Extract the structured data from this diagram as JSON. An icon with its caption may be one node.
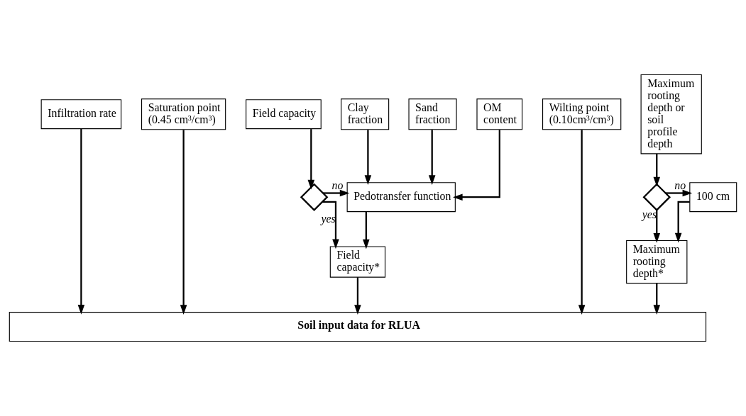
{
  "diagram": {
    "nodes": [
      {
        "text": [
          "Field capacity"
        ]
      },
      {
        "text": [
          "Infiltration rate"
        ]
      },
      {
        "text": [
          "Maximum rooting depth or soil profile depth"
        ]
      },
      {
        "text": [
          "Saturation point (0.45 cm³/cm³)"
        ]
      },
      {
        "text": [
          "Wilting point (0.10cm³/cm³)"
        ]
      },
      {
        "text": [
          "Clay fraction"
        ]
      },
      {
        "text": [
          "Sand fraction"
        ]
      },
      {
        "text": [
          "OM content"
        ]
      },
      {
        "text": [
          "Pedotransfer function"
        ]
      },
      {
        "text": [],
        "shape": "diamond"
      },
      {
        "text": [],
        "shape": "diamond"
      },
      {
        "text": [
          "100 cm"
        ]
      },
      {
        "text": [
          "Field capacity*"
        ]
      },
      {
        "text": [
          "Maximum rooting depth*"
        ]
      },
      {
        "text": [
          "Soil input data for RLUA"
        ]
      }
    ],
    "edges": [
      {
        "from": 0,
        "to": 9,
        "arrow": "to"
      },
      {
        "from": 5,
        "to": 8,
        "arrow": "to"
      },
      {
        "from": 6,
        "to": 8,
        "arrow": "to"
      },
      {
        "from": 7,
        "to": 8,
        "arrow": "to"
      },
      {
        "from": 9,
        "to": 8,
        "arrow": "to",
        "label": "no"
      },
      {
        "from": 9,
        "to": 12,
        "arrow": "to",
        "label": "yes"
      },
      {
        "from": 8,
        "to": 12,
        "arrow": "to"
      },
      {
        "from": 2,
        "to": 10,
        "arrow": "to"
      },
      {
        "from": 10,
        "to": 11,
        "arrow": "to",
        "label": "no"
      },
      {
        "from": 10,
        "to": 13,
        "arrow": "to",
        "label": "yes"
      },
      {
        "from": 11,
        "to": 13,
        "arrow": "to"
      },
      {
        "from": 12,
        "to": 14,
        "arrow": "to"
      },
      {
        "from": 1,
        "to": 14,
        "arrow": "to"
      },
      {
        "from": 13,
        "to": 14,
        "arrow": "to"
      },
      {
        "from": 3,
        "to": 14,
        "arrow": "to"
      },
      {
        "from": 4,
        "to": 14,
        "arrow": "to"
      }
    ]
  }
}
